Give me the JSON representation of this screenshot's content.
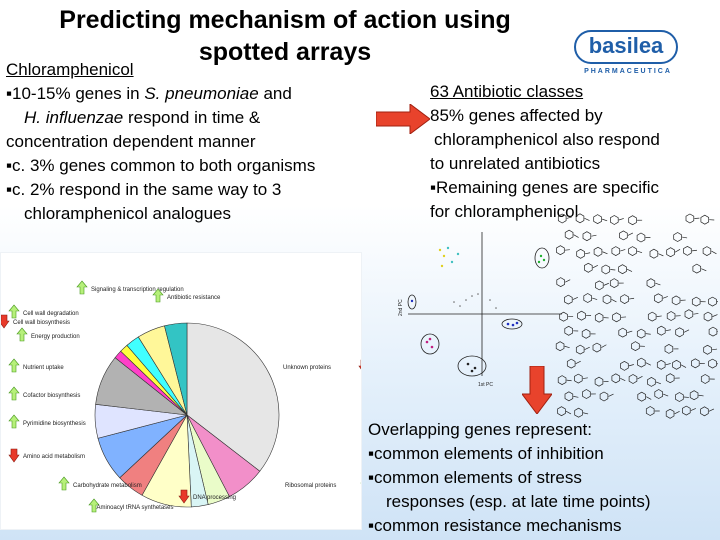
{
  "title": {
    "line1": "Predicting mechanism of action using",
    "line2": "spotted arrays"
  },
  "logo": {
    "name": "basilea",
    "subtitle": "PHARMACEUTICA",
    "color": "#1f5ea8"
  },
  "left_text": {
    "heading": "Chloramphenicol",
    "b1_pre": "▪10-15% genes in ",
    "b1_sp1": "S. pneumoniae",
    "b1_and": " and",
    "b1_sp2": "H. influenzae",
    "b1_post": " respond in time &",
    "b1_cont": "concentration dependent manner",
    "b2": "▪c. 3% genes common to both organisms",
    "b3": "▪c. 2% respond in the same way to 3",
    "b3_cont": "chloramphenicol analogues"
  },
  "right_text": {
    "heading": "63 Antibiotic classes",
    "l1": "85% genes affected by",
    "l2": "chloramphenicol also respond",
    "l3": "to unrelated antibiotics",
    "l4": "▪Remaining genes are specific",
    "l5": "for chloramphenicol"
  },
  "bottom_text": {
    "heading": "Overlapping genes represent:",
    "l1": "▪common elements of inhibition",
    "l2": "▪common elements of stress",
    "l3": "responses (esp. at late time points)",
    "l4": "▪common resistance mechanisms"
  },
  "arrow_color": "#e8432c",
  "pca": {
    "xlabel": "1st PC",
    "ylabel": "2nd PC"
  },
  "chart_data": {
    "type": "pie",
    "labels": [
      "Unknown proteins",
      "Ribosomal proteins",
      "DNA processing",
      "Aminoacyl tRNA synthetases",
      "Carbohydrate metabolism",
      "Amino acid metabolism",
      "Pyrimidine biosynthesis",
      "Cofactor biosynthesis",
      "Nutrient uptake",
      "Energy production",
      "Cell wall biosynthesis",
      "Cell wall degradation",
      "Signaling & transcription regulation",
      "Antibiotic resistance"
    ],
    "values": [
      36,
      7,
      4,
      3,
      9,
      5,
      8,
      6,
      9,
      1.5,
      1.5,
      2.5,
      5,
      4
    ],
    "colors": [
      "#e6e6e6",
      "#f28fc9",
      "#eafcc9",
      "#d9f5f5",
      "#ffffc8",
      "#f08080",
      "#80b2ff",
      "#dfe4ff",
      "#b2b2b2",
      "#ff40c8",
      "#ffff40",
      "#40ffff",
      "#fff799",
      "#33c4c4"
    ],
    "indicators": [
      "down",
      "up",
      "down",
      "up",
      "up",
      "down",
      "up",
      "up",
      "up",
      "up",
      "down",
      "up",
      "up",
      "up"
    ],
    "start_angle_deg": 0,
    "direction": "clockwise"
  }
}
